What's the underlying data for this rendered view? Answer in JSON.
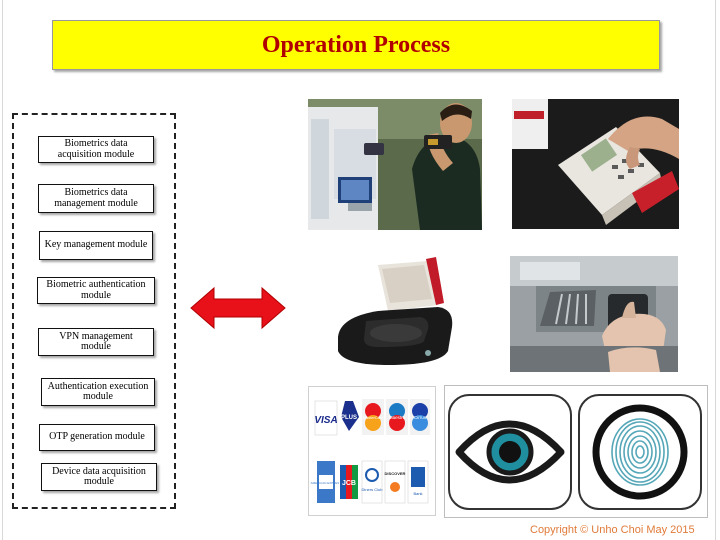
{
  "title": "Operation Process",
  "modules": [
    {
      "label": "Biometrics data acquisition module"
    },
    {
      "label": "Biometrics data management module"
    },
    {
      "label": "Key management module"
    },
    {
      "label": "Biometric authentication module"
    },
    {
      "label": "VPN management module"
    },
    {
      "label": "Authentication execution module"
    },
    {
      "label": "OTP generation module"
    },
    {
      "label": "Device data acquisition module"
    }
  ],
  "card_logos": [
    "VISA",
    "PLUS",
    "MasterCard",
    "Maestro",
    "Cirrus",
    "AMERICAN EXPRESS",
    "JCB",
    "Diners Club",
    "DISCOVER",
    "Bank"
  ],
  "icons": {
    "arrow": "double-headed-arrow",
    "eye": "eye-icon",
    "fingerprint": "fingerprint-icon"
  },
  "colors": {
    "title_bg": "#ffff00",
    "title_text": "#b00000",
    "arrow": "#e8111a",
    "copyright": "#e07b3a"
  },
  "copyright": "Copyright © Unho Choi May 2015"
}
